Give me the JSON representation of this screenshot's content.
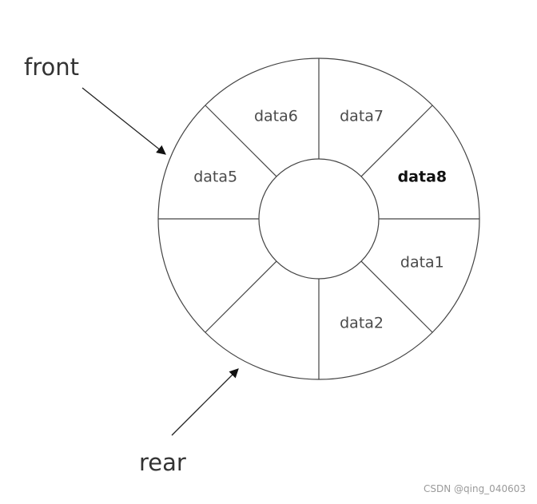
{
  "diagram": {
    "segments": [
      {
        "slot": 1,
        "label": "data1"
      },
      {
        "slot": 2,
        "label": "data2"
      },
      {
        "slot": 3,
        "label": ""
      },
      {
        "slot": 4,
        "label": ""
      },
      {
        "slot": 5,
        "label": "data5"
      },
      {
        "slot": 6,
        "label": "data6"
      },
      {
        "slot": 7,
        "label": "data7"
      },
      {
        "slot": 8,
        "label": "data8",
        "emphasis": true
      }
    ],
    "pointers": {
      "front": {
        "label": "front",
        "slot": 5
      },
      "rear": {
        "label": "rear",
        "slot": 3
      }
    }
  },
  "watermark": "CSDN @qing_040603"
}
